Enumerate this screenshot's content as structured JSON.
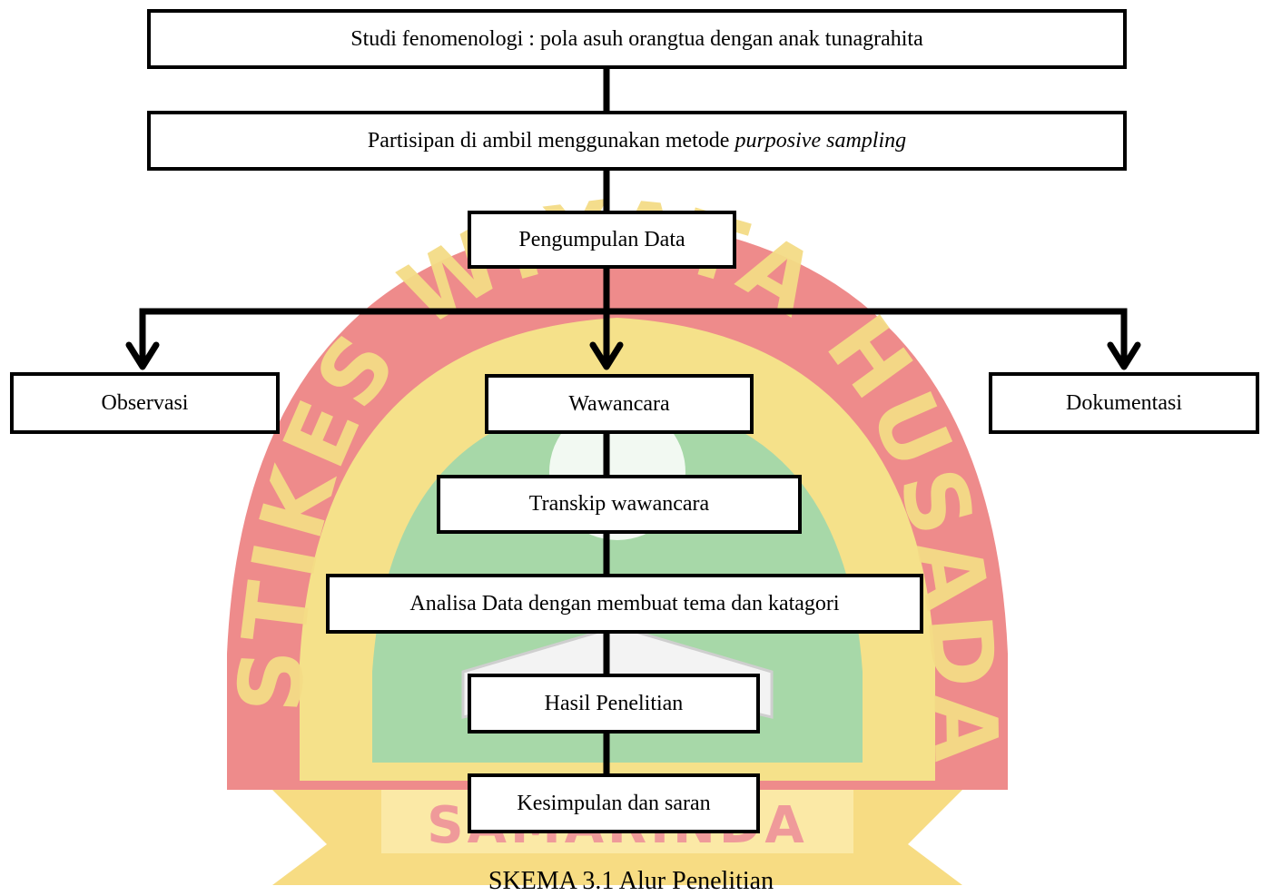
{
  "watermark": {
    "text_arc": "STIKES WIYATA HUSADA",
    "text_banner": "SAMARINDA",
    "colors": {
      "red": "#ee8b8b",
      "yellow": "#f5e18a",
      "green": "#a7d8a8",
      "white": "#ffffff"
    }
  },
  "boxes": {
    "study": "Studi fenomenologi : pola asuh orangtua dengan anak tunagrahita",
    "participants_prefix": "Partisipan di ambil menggunakan metode ",
    "participants_italic": "purposive sampling",
    "data_collection": "Pengumpulan Data",
    "observation": "Observasi",
    "interview": "Wawancara",
    "documentation": "Dokumentasi",
    "transcript": "Transkip wawancara",
    "analysis": "Analisa Data dengan membuat tema dan katagori",
    "results": "Hasil Penelitian",
    "conclusion": "Kesimpulan dan saran"
  },
  "caption": "SKEMA 3.1 Alur Penelitian"
}
